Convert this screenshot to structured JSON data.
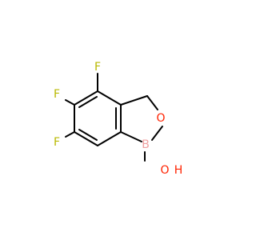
{
  "molecule": {
    "atoms": {
      "f4": {
        "label": "F",
        "color": "#b8b800"
      },
      "f5": {
        "label": "F",
        "color": "#b8b800"
      },
      "f6": {
        "label": "F",
        "color": "#b8b800"
      },
      "o": {
        "label": "O",
        "color": "#ff2200"
      },
      "b": {
        "label": "B",
        "color": "#f0a0a0"
      },
      "oh": {
        "label": "O",
        "color": "#ff2200"
      },
      "h": {
        "label": "H",
        "color": "#ff2200"
      }
    },
    "bond_color": "#000000"
  }
}
